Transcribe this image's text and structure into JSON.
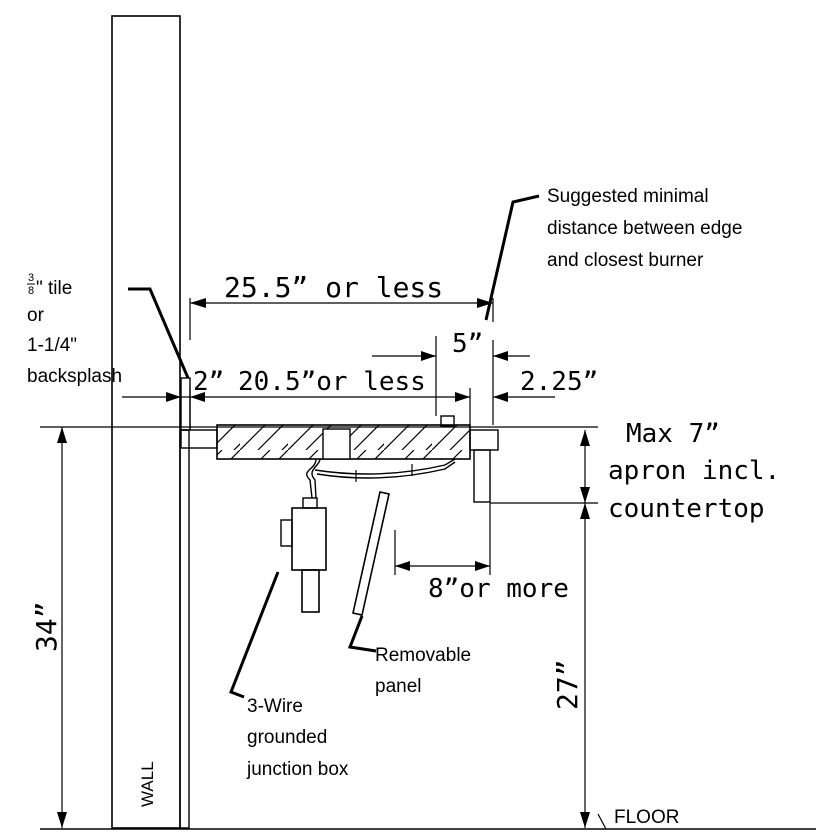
{
  "labels": {
    "suggested_line1": "Suggested minimal",
    "suggested_line2": "distance between edge",
    "suggested_line3": "and closest burner",
    "dim_25_5": "25.5” or less",
    "tile_frac_num": "3",
    "tile_frac_den": "8",
    "tile_text": "\" tile",
    "tile_or": "or",
    "backsplash_1": "1-1/4\"",
    "backsplash_2": "backsplash",
    "dim_2": "2”",
    "dim_20_5": "20.5”or less",
    "dim_5": "5”",
    "dim_2_25": "2.25”",
    "max_7": "Max 7”",
    "apron": "apron incl.",
    "countertop": "countertop",
    "dim_8": "8”or more",
    "dim_34": "34”",
    "dim_27": "27”",
    "removable_1": "Removable",
    "removable_2": "panel",
    "junction_1": "3-Wire",
    "junction_2": "grounded",
    "junction_3": "junction box",
    "wall": "WALL",
    "floor": "FLOOR"
  }
}
